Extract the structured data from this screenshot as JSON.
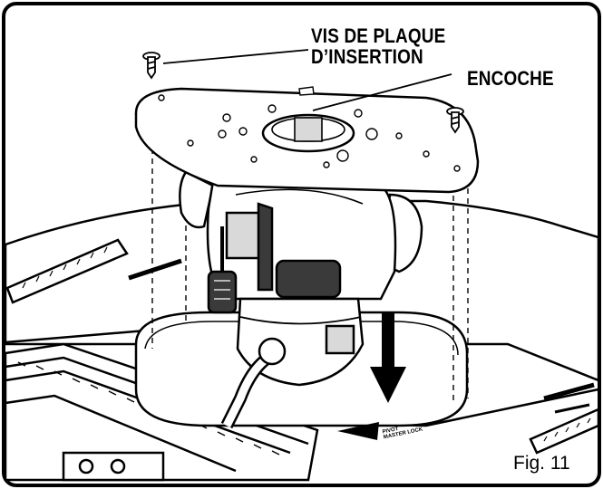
{
  "figure": {
    "label": "Fig. 11",
    "callouts": {
      "insert_plate_screws": [
        "VIS DE PLAQUE",
        "D’INSERTION"
      ],
      "notch": "ENCOCHE"
    },
    "table_arrow_text": [
      "PIVOT",
      "MASTER LOCK"
    ]
  },
  "colors": {
    "line": "#000000",
    "paper": "#ffffff",
    "shade": "#d9d9d9",
    "dark": "#3a3a3a"
  }
}
